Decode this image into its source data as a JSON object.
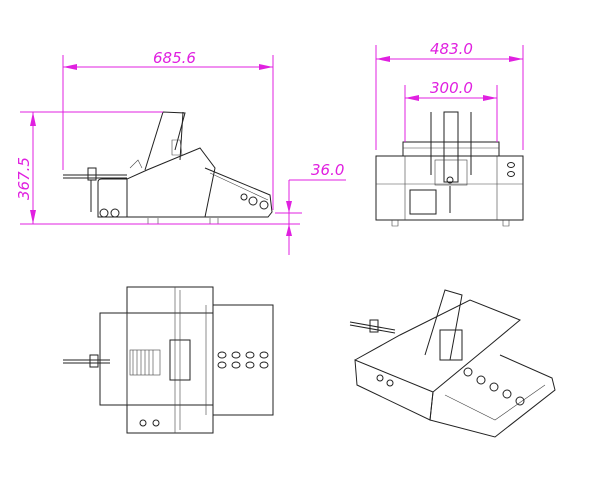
{
  "dimensions": {
    "side_length": "685.6",
    "side_height": "367.5",
    "side_foot_offset": "36.0",
    "front_width": "483.0",
    "front_inner_width": "300.0"
  },
  "colors": {
    "dimension": "#e020e0",
    "line": "#222222"
  }
}
